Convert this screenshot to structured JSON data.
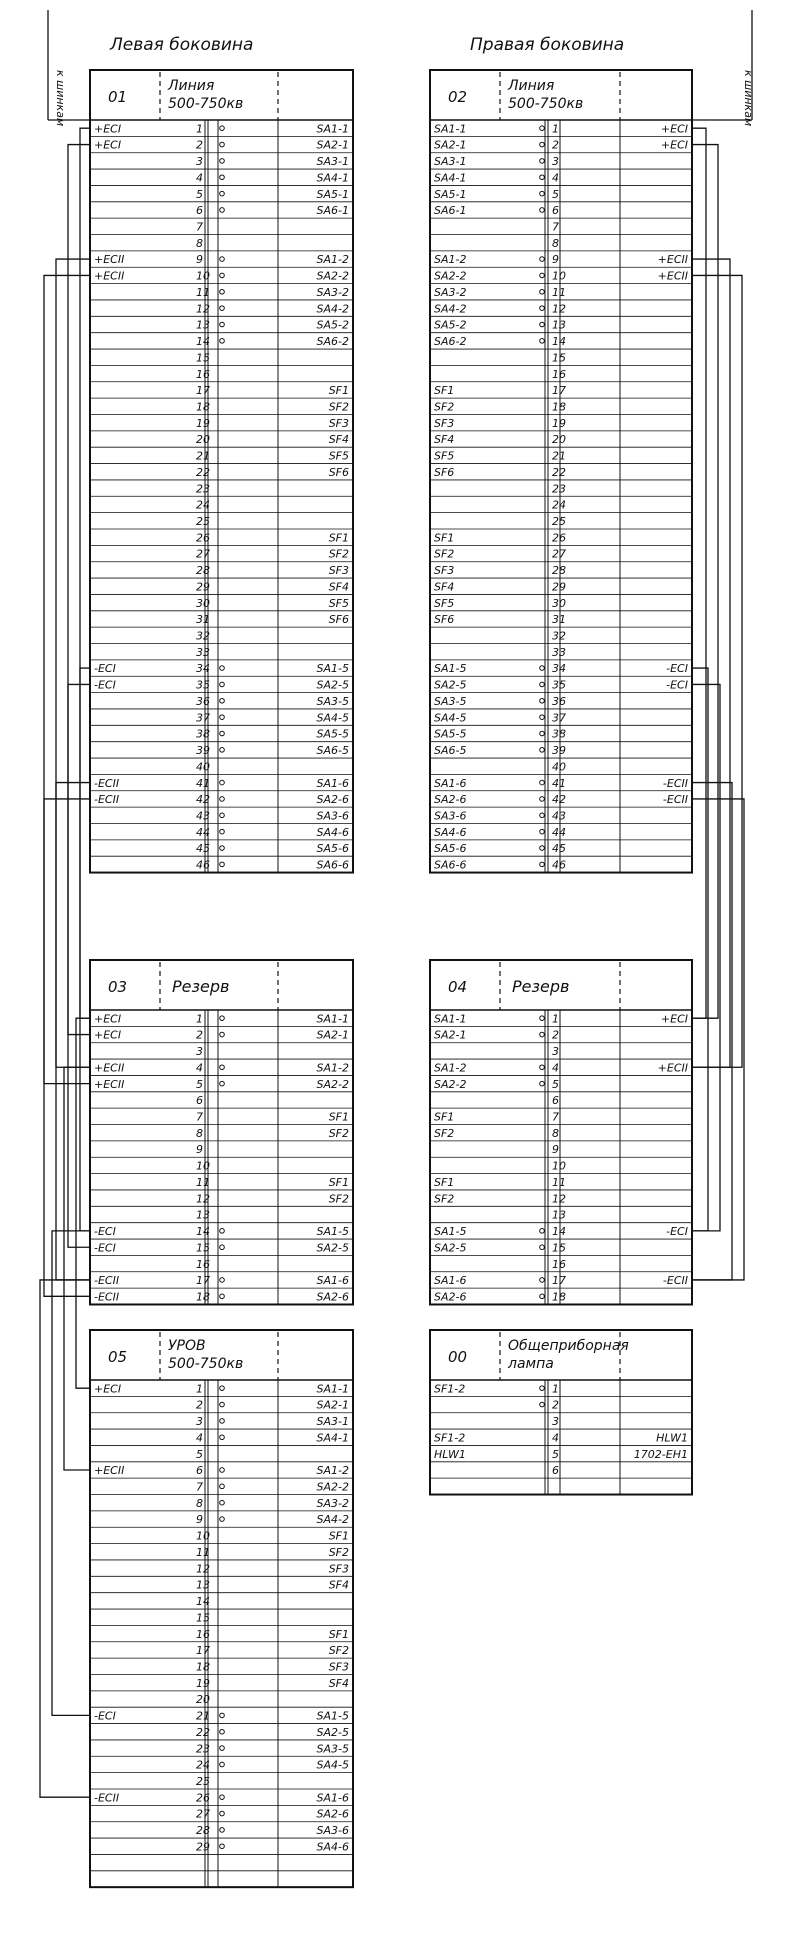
{
  "page": {
    "left_title": "Левая боковина",
    "right_title": "Правая боковина",
    "busbar_label": "к шинкам"
  },
  "left": {
    "blocks": [
      {
        "id": "01",
        "title": "Линия 500-750кв",
        "rows": [
          [
            "+ЕСI",
            "1",
            "SA1-1"
          ],
          [
            "+ЕСI",
            "2",
            "SA2-1"
          ],
          [
            "",
            "3",
            "SA3-1"
          ],
          [
            "",
            "4",
            "SA4-1"
          ],
          [
            "",
            "5",
            "SA5-1"
          ],
          [
            "",
            "6",
            "SA6-1"
          ],
          [
            "",
            "7",
            ""
          ],
          [
            "",
            "8",
            ""
          ],
          [
            "+ЕСII",
            "9",
            "SA1-2"
          ],
          [
            "+ЕСII",
            "10",
            "SA2-2"
          ],
          [
            "",
            "11",
            "SA3-2"
          ],
          [
            "",
            "12",
            "SA4-2"
          ],
          [
            "",
            "13",
            "SA5-2"
          ],
          [
            "",
            "14",
            "SA6-2"
          ],
          [
            "",
            "15",
            ""
          ],
          [
            "",
            "16",
            ""
          ],
          [
            "",
            "17",
            "SF1"
          ],
          [
            "",
            "18",
            "SF2"
          ],
          [
            "",
            "19",
            "SF3"
          ],
          [
            "",
            "20",
            "SF4"
          ],
          [
            "",
            "21",
            "SF5"
          ],
          [
            "",
            "22",
            "SF6"
          ],
          [
            "",
            "23",
            ""
          ],
          [
            "",
            "24",
            ""
          ],
          [
            "",
            "25",
            ""
          ],
          [
            "",
            "26",
            "SF1"
          ],
          [
            "",
            "27",
            "SF2"
          ],
          [
            "",
            "28",
            "SF3"
          ],
          [
            "",
            "29",
            "SF4"
          ],
          [
            "",
            "30",
            "SF5"
          ],
          [
            "",
            "31",
            "SF6"
          ],
          [
            "",
            "32",
            ""
          ],
          [
            "",
            "33",
            ""
          ],
          [
            "-ЕСI",
            "34",
            "SA1-5"
          ],
          [
            "-ЕСI",
            "35",
            "SA2-5"
          ],
          [
            "",
            "36",
            "SA3-5"
          ],
          [
            "",
            "37",
            "SA4-5"
          ],
          [
            "",
            "38",
            "SA5-5"
          ],
          [
            "",
            "39",
            "SA6-5"
          ],
          [
            "",
            "40",
            ""
          ],
          [
            "-ЕСII",
            "41",
            "SA1-6"
          ],
          [
            "-ЕСII",
            "42",
            "SA2-6"
          ],
          [
            "",
            "43",
            "SA3-6"
          ],
          [
            "",
            "44",
            "SA4-6"
          ],
          [
            "",
            "45",
            "SA5-6"
          ],
          [
            "",
            "46",
            "SA6-6"
          ]
        ]
      },
      {
        "id": "03",
        "title": "Резерв",
        "rows": [
          [
            "+ЕСI",
            "1",
            "SA1-1"
          ],
          [
            "+ЕСI",
            "2",
            "SA2-1"
          ],
          [
            "",
            "3",
            ""
          ],
          [
            "+ЕСII",
            "4",
            "SA1-2"
          ],
          [
            "+ЕСII",
            "5",
            "SA2-2"
          ],
          [
            "",
            "6",
            ""
          ],
          [
            "",
            "7",
            "SF1"
          ],
          [
            "",
            "8",
            "SF2"
          ],
          [
            "",
            "9",
            ""
          ],
          [
            "",
            "10",
            ""
          ],
          [
            "",
            "11",
            "SF1"
          ],
          [
            "",
            "12",
            "SF2"
          ],
          [
            "",
            "13",
            ""
          ],
          [
            "-ЕСI",
            "14",
            "SA1-5"
          ],
          [
            "-ЕСI",
            "15",
            "SA2-5"
          ],
          [
            "",
            "16",
            ""
          ],
          [
            "-ЕСII",
            "17",
            "SA1-6"
          ],
          [
            "-ЕСII",
            "18",
            "SA2-6"
          ]
        ]
      },
      {
        "id": "05",
        "title": "УРОВ 500-750кв",
        "rows": [
          [
            "+ЕСI",
            "1",
            "SA1-1"
          ],
          [
            "",
            "2",
            "SA2-1"
          ],
          [
            "",
            "3",
            "SA3-1"
          ],
          [
            "",
            "4",
            "SA4-1"
          ],
          [
            "",
            "5",
            ""
          ],
          [
            "+ЕСII",
            "6",
            "SA1-2"
          ],
          [
            "",
            "7",
            "SA2-2"
          ],
          [
            "",
            "8",
            "SA3-2"
          ],
          [
            "",
            "9",
            "SA4-2"
          ],
          [
            "",
            "10",
            "SF1"
          ],
          [
            "",
            "11",
            "SF2"
          ],
          [
            "",
            "12",
            "SF3"
          ],
          [
            "",
            "13",
            "SF4"
          ],
          [
            "",
            "14",
            ""
          ],
          [
            "",
            "15",
            ""
          ],
          [
            "",
            "16",
            "SF1"
          ],
          [
            "",
            "17",
            "SF2"
          ],
          [
            "",
            "18",
            "SF3"
          ],
          [
            "",
            "19",
            "SF4"
          ],
          [
            "",
            "20",
            ""
          ],
          [
            "-ЕСI",
            "21",
            "SA1-5"
          ],
          [
            "",
            "22",
            "SA2-5"
          ],
          [
            "",
            "23",
            "SA3-5"
          ],
          [
            "",
            "24",
            "SA4-5"
          ],
          [
            "",
            "25",
            ""
          ],
          [
            "-ЕСII",
            "26",
            "SA1-6"
          ],
          [
            "",
            "27",
            "SA2-6"
          ],
          [
            "",
            "28",
            "SA3-6"
          ],
          [
            "",
            "29",
            "SA4-6"
          ],
          [
            "",
            "",
            ""
          ],
          [
            "",
            "",
            ""
          ]
        ]
      }
    ]
  },
  "right": {
    "blocks": [
      {
        "id": "02",
        "title": "Линия 500-750кв",
        "rows": [
          [
            "SA1-1",
            "1",
            "+ЕСI"
          ],
          [
            "SA2-1",
            "2",
            "+ЕСI"
          ],
          [
            "SA3-1",
            "3",
            ""
          ],
          [
            "SA4-1",
            "4",
            ""
          ],
          [
            "SA5-1",
            "5",
            ""
          ],
          [
            "SA6-1",
            "6",
            ""
          ],
          [
            "",
            "7",
            ""
          ],
          [
            "",
            "8",
            ""
          ],
          [
            "SA1-2",
            "9",
            "+ЕСII"
          ],
          [
            "SA2-2",
            "10",
            "+ЕСII"
          ],
          [
            "SA3-2",
            "11",
            ""
          ],
          [
            "SA4-2",
            "12",
            ""
          ],
          [
            "SA5-2",
            "13",
            ""
          ],
          [
            "SA6-2",
            "14",
            ""
          ],
          [
            "",
            "15",
            ""
          ],
          [
            "",
            "16",
            ""
          ],
          [
            "SF1",
            "17",
            ""
          ],
          [
            "SF2",
            "18",
            ""
          ],
          [
            "SF3",
            "19",
            ""
          ],
          [
            "SF4",
            "20",
            ""
          ],
          [
            "SF5",
            "21",
            ""
          ],
          [
            "SF6",
            "22",
            ""
          ],
          [
            "",
            "23",
            ""
          ],
          [
            "",
            "24",
            ""
          ],
          [
            "",
            "25",
            ""
          ],
          [
            "SF1",
            "26",
            ""
          ],
          [
            "SF2",
            "27",
            ""
          ],
          [
            "SF3",
            "28",
            ""
          ],
          [
            "SF4",
            "29",
            ""
          ],
          [
            "SF5",
            "30",
            ""
          ],
          [
            "SF6",
            "31",
            ""
          ],
          [
            "",
            "32",
            ""
          ],
          [
            "",
            "33",
            ""
          ],
          [
            "SA1-5",
            "34",
            "-ЕСI"
          ],
          [
            "SA2-5",
            "35",
            "-ЕСI"
          ],
          [
            "SA3-5",
            "36",
            ""
          ],
          [
            "SA4-5",
            "37",
            ""
          ],
          [
            "SA5-5",
            "38",
            ""
          ],
          [
            "SA6-5",
            "39",
            ""
          ],
          [
            "",
            "40",
            ""
          ],
          [
            "SA1-6",
            "41",
            "-ЕСII"
          ],
          [
            "SA2-6",
            "42",
            "-ЕСII"
          ],
          [
            "SA3-6",
            "43",
            ""
          ],
          [
            "SA4-6",
            "44",
            ""
          ],
          [
            "SA5-6",
            "45",
            ""
          ],
          [
            "SA6-6",
            "46",
            ""
          ]
        ]
      },
      {
        "id": "04",
        "title": "Резерв",
        "rows": [
          [
            "SA1-1",
            "1",
            "+ЕСI"
          ],
          [
            "SA2-1",
            "2",
            ""
          ],
          [
            "",
            "3",
            ""
          ],
          [
            "SA1-2",
            "4",
            "+ЕСII"
          ],
          [
            "SA2-2",
            "5",
            ""
          ],
          [
            "",
            "6",
            ""
          ],
          [
            "SF1",
            "7",
            ""
          ],
          [
            "SF2",
            "8",
            ""
          ],
          [
            "",
            "9",
            ""
          ],
          [
            "",
            "10",
            ""
          ],
          [
            "SF1",
            "11",
            ""
          ],
          [
            "SF2",
            "12",
            ""
          ],
          [
            "",
            "13",
            ""
          ],
          [
            "SA1-5",
            "14",
            "-ЕСI"
          ],
          [
            "SA2-5",
            "15",
            ""
          ],
          [
            "",
            "16",
            ""
          ],
          [
            "SA1-6",
            "17",
            "-ЕСII"
          ],
          [
            "SA2-6",
            "18",
            ""
          ]
        ]
      },
      {
        "id": "00",
        "title": "Общеприборная лампа",
        "rows": [
          [
            "SF1-2",
            "1",
            ""
          ],
          [
            "",
            "2",
            ""
          ],
          [
            "",
            "3",
            ""
          ],
          [
            "SF1-2",
            "4",
            "HLW1"
          ],
          [
            "HLW1",
            "5",
            "1702-ЕН1"
          ],
          [
            "",
            "6",
            ""
          ],
          [
            "",
            "",
            ""
          ]
        ]
      }
    ]
  }
}
